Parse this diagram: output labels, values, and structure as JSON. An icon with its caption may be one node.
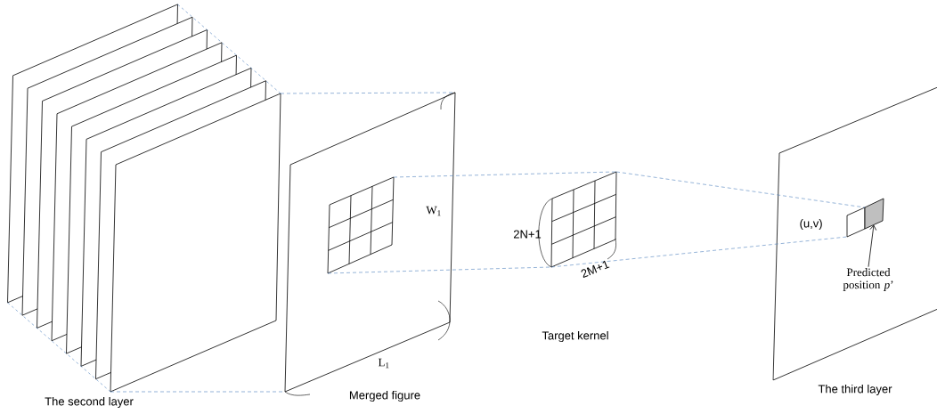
{
  "diagram": {
    "nodes": [
      {
        "text": [],
        "shape": "picture",
        "beside": [
          "The second layer"
        ]
      },
      {
        "text": [],
        "shape": "box",
        "beside": [
          "Merged figure"
        ]
      },
      {
        "text": [],
        "shape": "grid",
        "in": 1
      },
      {
        "text": [],
        "shape": "grid"
      },
      {
        "text": [],
        "shape": "box",
        "beside": [
          "The third layer"
        ]
      },
      {
        "text": [],
        "shape": "box",
        "in": 4,
        "beside": [
          "(u,v)"
        ]
      },
      {
        "text": [],
        "shape": "box",
        "in": 4
      },
      {
        "text": [
          "Predicted position *p*’"
        ],
        "in": 4
      }
    ],
    "edges": [
      {
        "from": 0,
        "to": 1,
        "arrow": "none",
        "style": "dashed",
        "color": "#4f81bd"
      },
      {
        "from": 0,
        "to": 1,
        "arrow": "none",
        "style": "dashed",
        "color": "#4f81bd"
      },
      {
        "from": 2,
        "to": 3,
        "arrow": "none",
        "style": "dashed",
        "color": "#4f81bd"
      },
      {
        "from": 2,
        "to": 3,
        "arrow": "none",
        "style": "dashed",
        "color": "#4f81bd"
      },
      {
        "from": 3,
        "to": 5,
        "arrow": "none",
        "style": "dashed",
        "color": "#4f81bd"
      },
      {
        "from": 3,
        "to": 5,
        "arrow": "none",
        "style": "dashed",
        "color": "#4f81bd"
      },
      {
        "from": 7,
        "to": 6,
        "arrow": "to",
        "color": "#000000"
      }
    ],
    "labels": [
      "W$_{1}$",
      "L$_{1}$",
      "2N+1",
      "2M+1",
      "Target kernel"
    ]
  }
}
